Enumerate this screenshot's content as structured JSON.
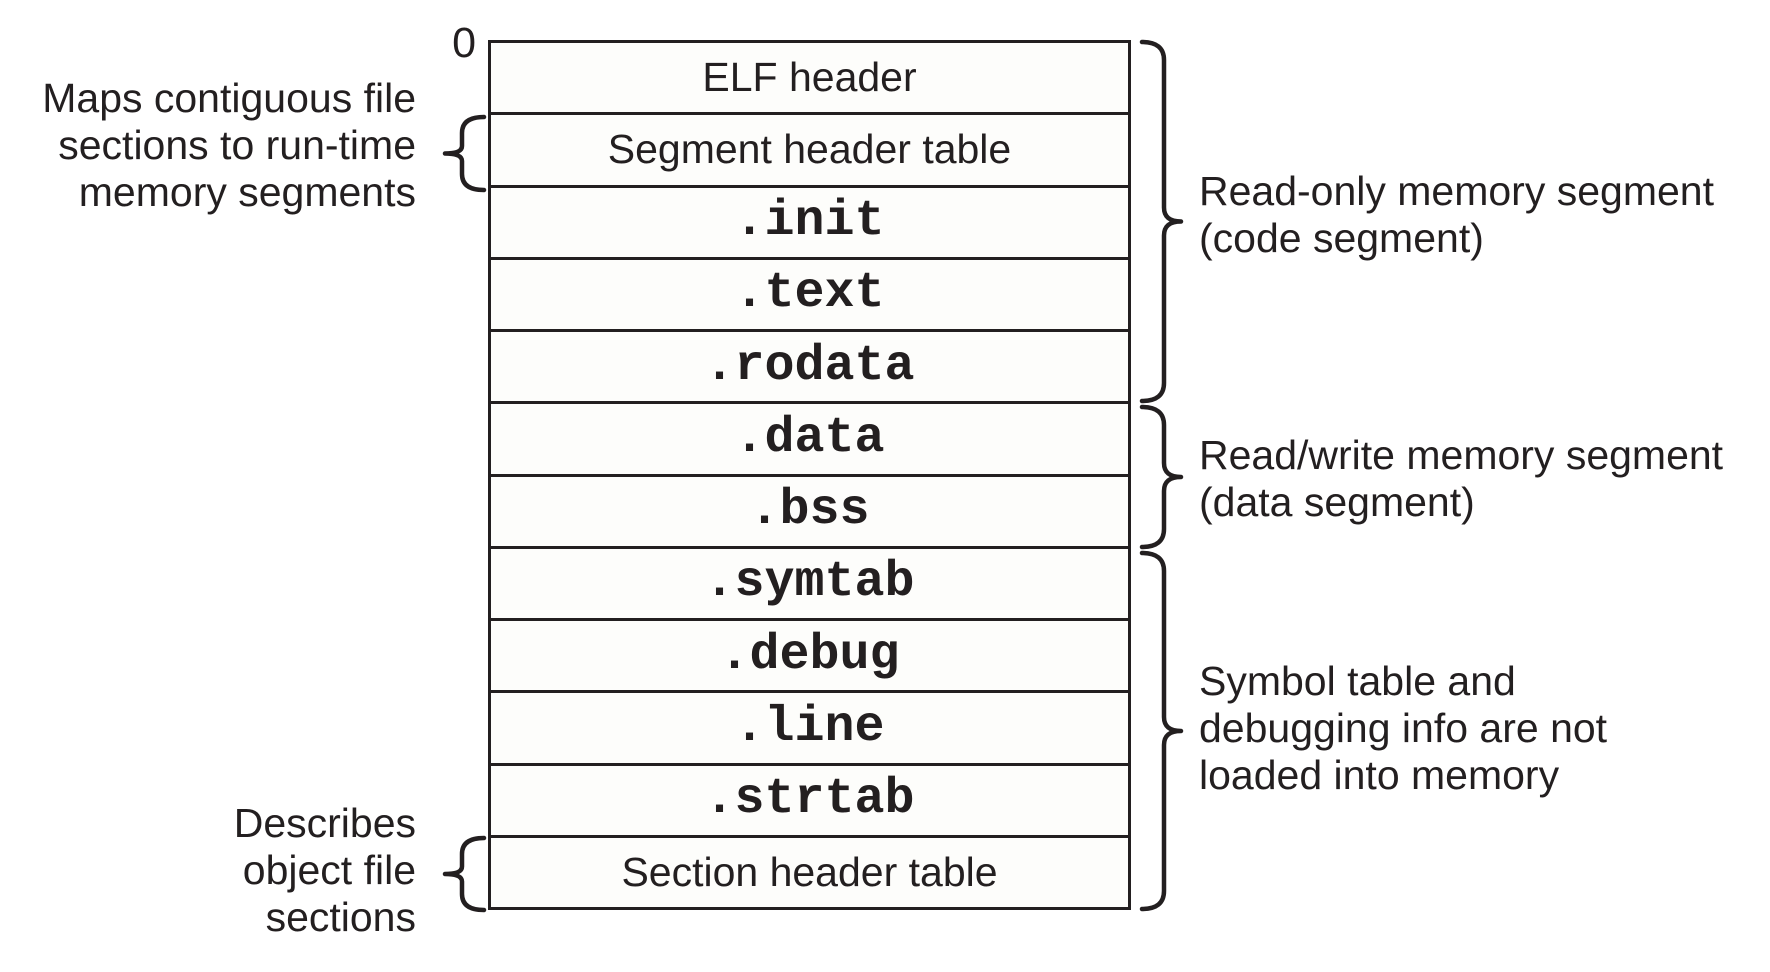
{
  "diagram": {
    "offset_label": "0",
    "rows": [
      {
        "label": "ELF header",
        "style": "sans"
      },
      {
        "label": "Segment header table",
        "style": "sans"
      },
      {
        "label": ".init",
        "style": "mono"
      },
      {
        "label": ".text",
        "style": "mono"
      },
      {
        "label": ".rodata",
        "style": "mono"
      },
      {
        "label": ".data",
        "style": "mono"
      },
      {
        "label": ".bss",
        "style": "mono"
      },
      {
        "label": ".symtab",
        "style": "mono"
      },
      {
        "label": ".debug",
        "style": "mono"
      },
      {
        "label": ".line",
        "style": "mono"
      },
      {
        "label": ".strtab",
        "style": "mono"
      },
      {
        "label": "Section header table",
        "style": "sans"
      }
    ],
    "left_annotations": [
      {
        "lines": [
          "Maps contiguous file",
          "sections to run-time",
          "memory segments"
        ],
        "points_to": "Segment header table"
      },
      {
        "lines": [
          "Describes",
          "object file",
          "sections"
        ],
        "points_to": "Section header table"
      }
    ],
    "right_annotations": [
      {
        "lines": [
          "Read-only memory segment",
          "(code segment)"
        ],
        "spans_rows": [
          "ELF header",
          "Segment header table",
          ".init",
          ".text",
          ".rodata"
        ]
      },
      {
        "lines": [
          "Read/write memory segment",
          "(data segment)"
        ],
        "spans_rows": [
          ".data",
          ".bss"
        ]
      },
      {
        "lines": [
          "Symbol table and",
          "debugging info are not",
          "loaded into memory"
        ],
        "spans_rows": [
          ".symtab",
          ".debug",
          ".line",
          ".strtab",
          "Section header table"
        ]
      }
    ],
    "colors": {
      "ink": "#231f20",
      "background": "#ffffff",
      "box_fill": "#fdfdfb"
    }
  }
}
